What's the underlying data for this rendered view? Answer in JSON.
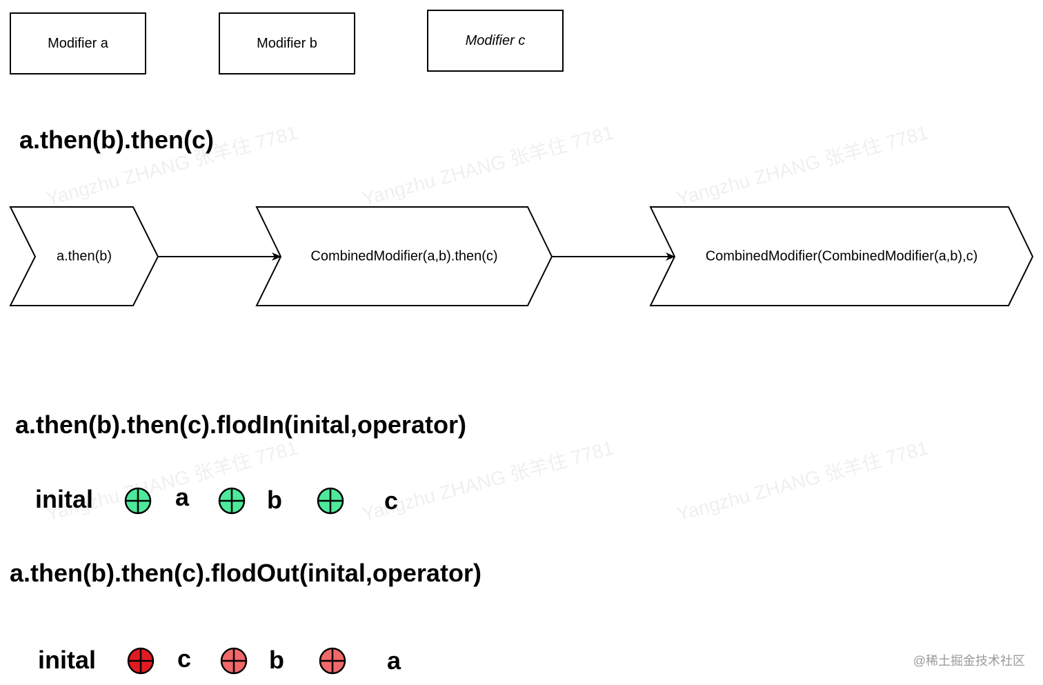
{
  "modifiers": {
    "a": "Modifier a",
    "b": "Modifier b",
    "c": "Modifier c"
  },
  "headings": {
    "then_chain": "a.then(b).then(c)",
    "fold_in": "a.then(b).then(c).flodIn(inital,operator)",
    "fold_out": "a.then(b).then(c).flodOut(inital,operator)"
  },
  "flow": {
    "step1": "a.then(b)",
    "step2": "CombinedModifier(a,b).then(c)",
    "step3": "CombinedModifier(CombinedModifier(a,b),c)"
  },
  "fold_in_sequence": {
    "initial": "inital",
    "items": [
      "a",
      "b",
      "c"
    ],
    "operator_icon": "plus-circle-icon",
    "operator_color": "#4de89b"
  },
  "fold_out_sequence": {
    "initial": "inital",
    "items": [
      "c",
      "b",
      "a"
    ],
    "operator_icon": "plus-circle-icon",
    "operator_colors": [
      "#e21b23",
      "#f0686a",
      "#f0686a"
    ]
  },
  "watermark": {
    "text": "Yangzhu ZHANG 张羊住 7781"
  },
  "brand": {
    "text": "@稀土掘金技术社区"
  }
}
